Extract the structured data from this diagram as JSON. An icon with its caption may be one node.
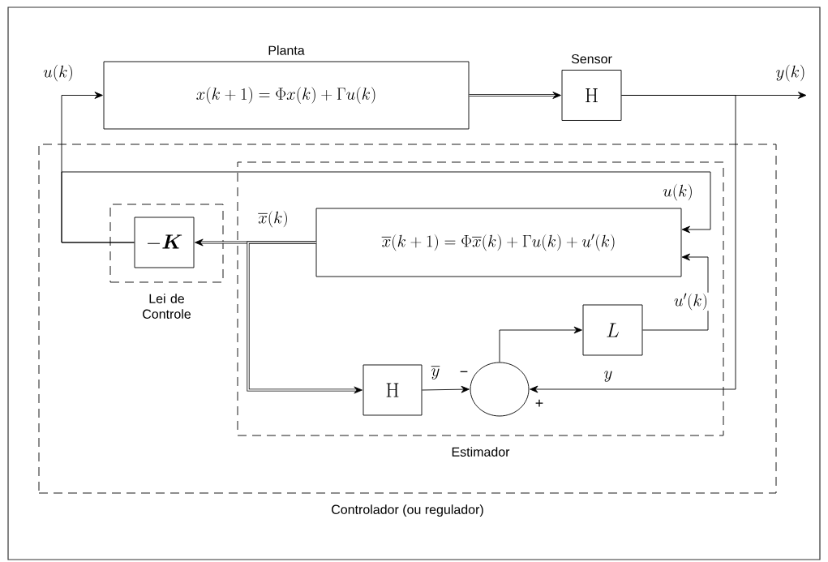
{
  "diagram": {
    "nodes": [
      {
        "text": [
          "Controlador (ou regulador)"
        ]
      },
      {
        "text": [
          "Estimador"
        ],
        "in": 0
      },
      {
        "text": [
          "Lei de Controle"
        ],
        "in": 0
      },
      {
        "text": [
          "Planta",
          "x(k+1) = \\Phi x(k) + \\Gamma u(k)"
        ]
      },
      {
        "text": [
          "Sensor",
          "\\mathrm{H}"
        ]
      },
      {
        "text": [
          "-\\boldsymbol{K}"
        ],
        "in": 2
      },
      {
        "text": [
          "\\overline{x}(k+1) = \\Phi \\overline{x}(k) + \\Gamma u(k) + u'(k)"
        ],
        "in": 1
      },
      {
        "text": [
          "L"
        ],
        "in": 1
      },
      {
        "text": [
          "\\mathrm{H}"
        ],
        "in": 1
      },
      {
        "text": [],
        "shape": "circle",
        "in": 1,
        "beside": [
          "−",
          "+"
        ]
      }
    ],
    "edges": [
      {
        "from": 5,
        "to": 3,
        "arrow": "to",
        "label": "u(k)"
      },
      {
        "from": 5,
        "to": 6,
        "arrow": "to",
        "label": "u(k)"
      },
      {
        "from": 3,
        "to": 4,
        "arrow": "to",
        "style": "thick"
      },
      {
        "from": 4,
        "to": null,
        "arrow": "to",
        "label": "y(k)"
      },
      {
        "from": 4,
        "to": 9,
        "arrow": "to",
        "label": "y"
      },
      {
        "from": 6,
        "to": 5,
        "arrow": "to",
        "style": "thick",
        "label": "\\overline{x}(k)"
      },
      {
        "from": 6,
        "to": 8,
        "arrow": "to",
        "style": "thick"
      },
      {
        "from": 8,
        "to": 9,
        "arrow": "to",
        "label": "\\overline{y}"
      },
      {
        "from": 9,
        "to": 7,
        "arrow": "to"
      },
      {
        "from": 7,
        "to": 6,
        "arrow": "to",
        "label": "u'(k)"
      }
    ]
  }
}
